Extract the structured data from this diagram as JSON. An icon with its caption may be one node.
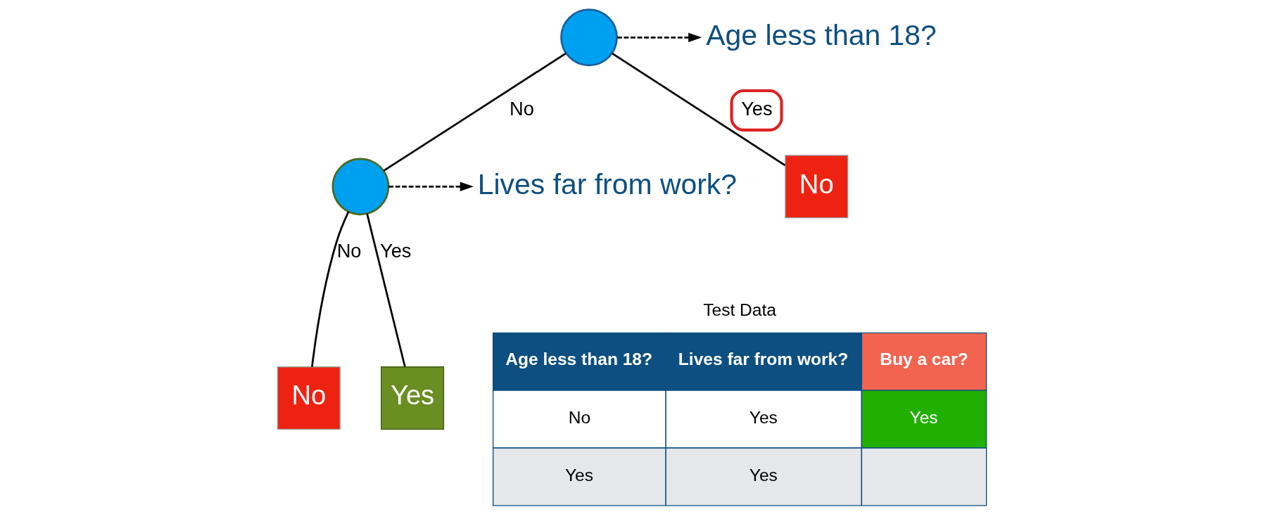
{
  "diagram": {
    "nodes": [
      {
        "text": [],
        "shape": "circle"
      },
      {
        "text": [
          "Age less than 18?"
        ]
      },
      {
        "text": [
          "Lives far from work?"
        ]
      },
      {
        "text": [],
        "shape": "circle"
      },
      {
        "text": [
          "No"
        ]
      },
      {
        "text": [
          "No"
        ]
      },
      {
        "text": [
          "Yes"
        ]
      }
    ],
    "edges": [
      {
        "from": 0,
        "to": 1,
        "arrow": "to",
        "style": "dashed"
      },
      {
        "from": 0,
        "to": 3,
        "arrow": "none",
        "label": "No"
      },
      {
        "from": 0,
        "to": 4,
        "arrow": "none",
        "label": "Yes"
      },
      {
        "from": 3,
        "to": 2,
        "arrow": "to",
        "style": "dashed"
      },
      {
        "from": 3,
        "to": 5,
        "arrow": "none",
        "label": "No"
      },
      {
        "from": 3,
        "to": 6,
        "arrow": "none",
        "label": "Yes"
      }
    ],
    "labels": [
      "Test Data",
      "Age less than 18?",
      "Lives far from work?",
      "Buy a car?",
      "No",
      "Yes",
      "Yes",
      "Yes",
      "Yes"
    ]
  }
}
